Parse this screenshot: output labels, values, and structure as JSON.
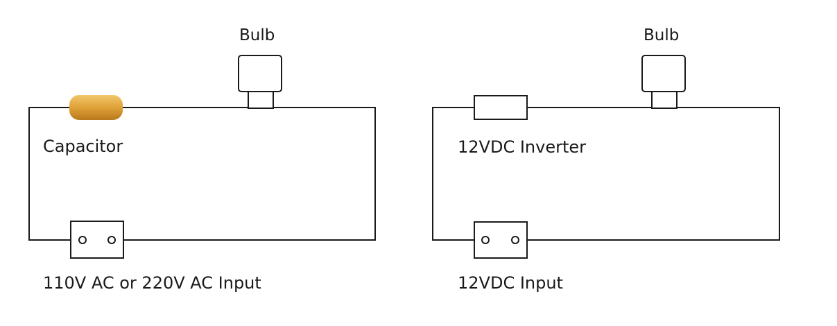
{
  "left_circuit": {
    "bulb_label": "Bulb",
    "component_label": "Capacitor",
    "input_label": "110V AC or 220V AC Input",
    "capacitor_color": "#e0a238"
  },
  "right_circuit": {
    "bulb_label": "Bulb",
    "component_label": "12VDC Inverter",
    "input_label": "12VDC Input"
  }
}
